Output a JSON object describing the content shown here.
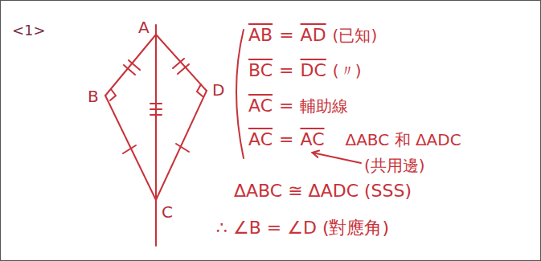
{
  "diagram": {
    "labels": [
      "<1>",
      "A",
      "B",
      "C",
      "D",
      "AB",
      "=",
      "AD",
      "(已知)",
      "BC",
      "=",
      "DC",
      "(〃)",
      "AC",
      "=",
      "輔助線",
      "AC",
      "=",
      "AC",
      "ΔABC 和 ΔADC",
      "(共用邊)",
      "ΔABC ≅ ΔADC (SSS)",
      "∴ ∠B = ∠D (對應角)"
    ]
  }
}
